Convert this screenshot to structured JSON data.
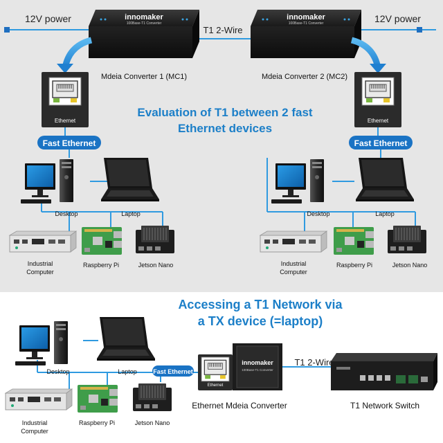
{
  "top": {
    "power_left": "12V power",
    "power_right": "12V power",
    "wire_label": "T1 2-Wire",
    "mc1_label": "Mdeia Converter 1 (MC1)",
    "mc2_label": "Mdeia Converter 2 (MC2)",
    "brand": "innomaker",
    "brand_sub": "100Base-T1 Converter",
    "port_label": "Ethernet",
    "fast_ethernet": "Fast Ethernet",
    "title_line1": "Evaluation of T1 between 2 fast",
    "title_line2": "Ethernet devices",
    "devices": {
      "desktop": "Desktop",
      "laptop": "Laptop",
      "industrial_line1": "Industrial",
      "industrial_line2": "Computer",
      "raspberry": "Raspberry Pi",
      "jetson": "Jetson Nano"
    }
  },
  "bottom": {
    "title_line1": "Accessing a T1 Network via",
    "title_line2": "a TX device (=laptop)",
    "fast_ethernet": "Fast Ethernet",
    "port_label": "Ethernet",
    "converter_label": "Ethernet Mdeia Converter",
    "wire_label": "T1 2-Wire",
    "switch_label": "T1 Network Switch",
    "brand": "innomaker",
    "brand_sub": "100Base-T1 Converter",
    "devices": {
      "desktop": "Desktop",
      "laptop": "Laptop",
      "industrial_line1": "Industrial",
      "industrial_line2": "Computer",
      "raspberry": "Raspberry Pi",
      "jetson": "Jetson Nano"
    }
  },
  "colors": {
    "top_bg": "#e6e6e6",
    "accent_blue": "#1f8fd6",
    "title_blue": "#1c7fc8",
    "line_blue": "#2f9ae0",
    "badge_blue": "#1a73c4"
  }
}
